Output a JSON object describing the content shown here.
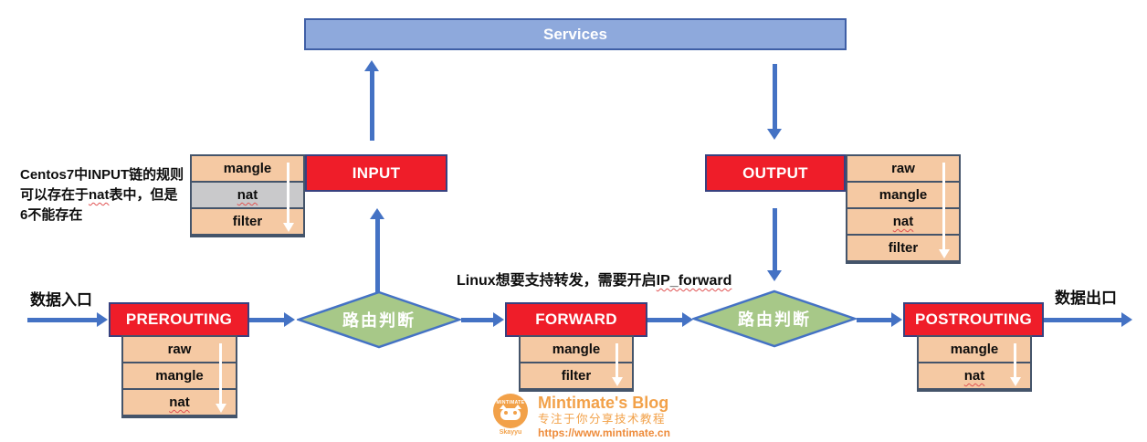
{
  "services_label": "Services",
  "endpoints": {
    "entry": "数据入口",
    "exit": "数据出口"
  },
  "decisions": [
    "路由判断",
    "路由判断"
  ],
  "chains": {
    "prerouting": {
      "label": "PREROUTING"
    },
    "input": {
      "label": "INPUT"
    },
    "forward": {
      "label": "FORWARD"
    },
    "output": {
      "label": "OUTPUT"
    },
    "postrouting": {
      "label": "POSTROUTING"
    }
  },
  "stacks": {
    "input": {
      "rows": [
        "mangle",
        "nat",
        "filter"
      ]
    },
    "output": {
      "rows": [
        "raw",
        "mangle",
        "nat",
        "filter"
      ]
    },
    "prerouting": {
      "rows": [
        "raw",
        "mangle",
        "nat"
      ]
    },
    "forward": {
      "rows": [
        "mangle",
        "filter"
      ]
    },
    "postrouting": {
      "rows": [
        "mangle",
        "nat"
      ]
    }
  },
  "notes": {
    "centos": {
      "part1": "Centos7中INPUT链的规则可以存在于",
      "highlight": "nat",
      "part2": "表中，但是6不能存在"
    },
    "ipforward": {
      "part1": "Linux想要支持转发，需要开启",
      "highlight": "IP_forward"
    }
  },
  "footer": {
    "blog_name": "Mintimate's Blog",
    "tagline": "专注于你分享技术教程",
    "url": "https://www.mintimate.cn",
    "logo_text": "MINTIMATE",
    "logo_caption": "Skayyu"
  },
  "colors": {
    "chain_red": "#ef1d29",
    "table_peach": "#f5c9a3",
    "nat_gray": "#c9c9cb",
    "services_blue": "#8ea9dc",
    "decision_green": "#a7c888",
    "arrow_blue": "#4472c4",
    "brand_orange": "#f2a149"
  }
}
